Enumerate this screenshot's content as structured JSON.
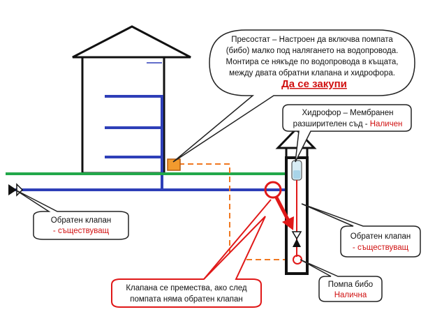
{
  "colors": {
    "green_pipe": "#22a84a",
    "blue_pipe": "#2e3fb8",
    "orange_line": "#f07820",
    "red": "#e01818",
    "outline": "#111111"
  },
  "callouts": {
    "pressostat": {
      "line1": "Пресостат – Настроен да включва помпата",
      "line2": "(бибо) малко под налягането на водопровода.",
      "line3": "Монтира се някъде по водопровода в къщата,",
      "line4": "между двата обратни клапана и хидрофора.",
      "action": "Да се закупи"
    },
    "hydrophore": {
      "line1": "Хидрофор – Мембранен",
      "line2_prefix": "разширителен съд - ",
      "line2_status": "Наличен"
    },
    "check_valve_left": {
      "line1": "Обратен клапан",
      "line2": "- съществуващ"
    },
    "check_valve_right": {
      "line1": "Обратен клапан",
      "line2": "- съществуващ"
    },
    "pump": {
      "line1": "Помпа бибо",
      "line2": "Налична"
    },
    "move_valve": {
      "line1": "Клапана се премества, ако след",
      "line2": "помпата няма обратен клапан"
    }
  }
}
